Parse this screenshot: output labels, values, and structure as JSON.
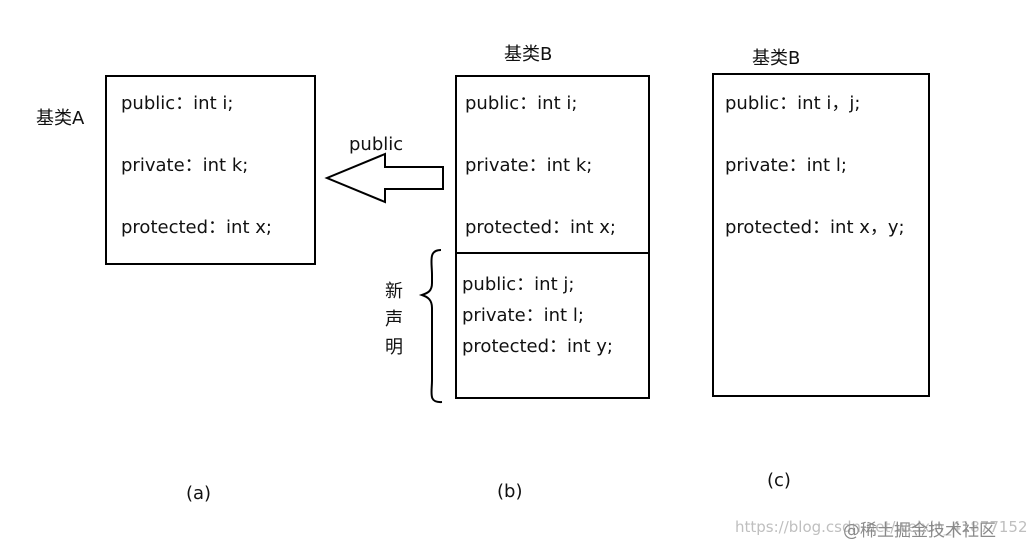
{
  "panel_a": {
    "title": "基类A",
    "lines": [
      "public：int i;",
      "private：int k;",
      "protected：int x;"
    ],
    "caption": "(a)"
  },
  "arrow": {
    "label": "public"
  },
  "panel_b": {
    "title": "基类B",
    "inherited_lines": [
      "public：int i;",
      "private：int k;",
      "protected：int x;"
    ],
    "new_lines": [
      "public：int j;",
      "private：int l;",
      "protected：int y;"
    ],
    "brace_label": [
      "新",
      "声",
      "明"
    ],
    "caption": "(b)"
  },
  "panel_c": {
    "title": "基类B",
    "lines": [
      "public：int i，j;",
      "private：int l;",
      "protected：int x，y;"
    ],
    "caption": "(c)"
  },
  "watermark": {
    "url": "https://blog.csdn.net/weixin_41877152",
    "site": "@稀土掘金技术社区"
  }
}
